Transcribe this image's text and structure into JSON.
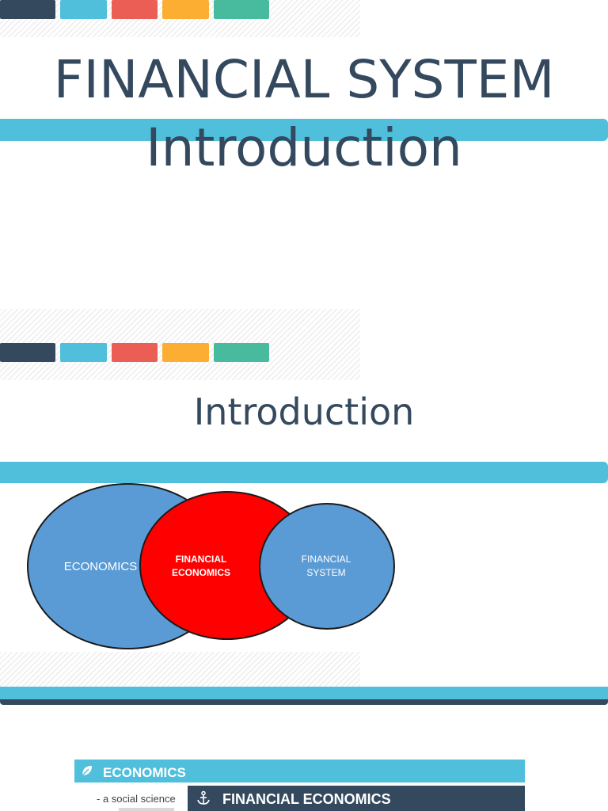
{
  "slide1": {
    "title_line1": "FINANCIAL SYSTEM",
    "title_line2": "Introduction"
  },
  "slide2": {
    "title": "Introduction",
    "venn": {
      "economics": "ECONOMICS",
      "financial_economics": [
        "FINANCIAL",
        "ECONOMICS"
      ],
      "financial_system": [
        "FINANCIAL",
        "SYSTEM"
      ]
    }
  },
  "slide3": {
    "economics_heading": "ECONOMICS",
    "economics_desc": "- a social science",
    "financial_economics_heading": "FINANCIAL ECONOMICS"
  },
  "colors": {
    "dark": "#34495e",
    "blue": "#4fbfdc",
    "red": "#eb5e55",
    "orange": "#fbae32",
    "teal": "#48bb9e",
    "venn_blue": "#5b9bd5",
    "venn_red": "#ff0000"
  },
  "icons": {
    "economics": "leaf-icon",
    "financial_economics": "anchor-icon"
  }
}
